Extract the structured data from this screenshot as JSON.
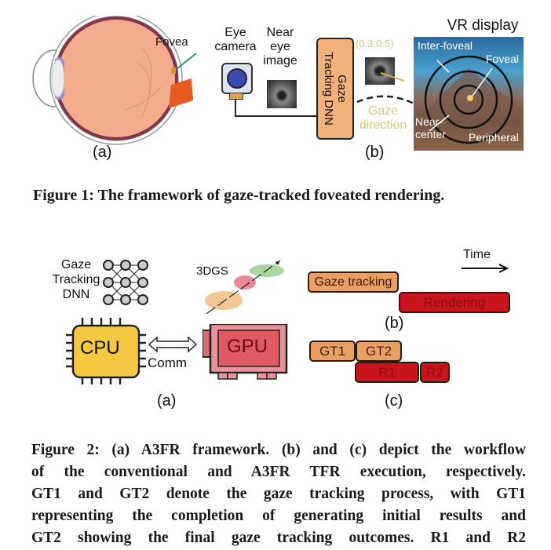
{
  "figure1": {
    "panel_a": {
      "label": "(a)",
      "fovea_label": "Fovea"
    },
    "panel_b": {
      "label": "(b)",
      "eye_camera_label": [
        "Eye",
        "camera"
      ],
      "near_eye_image_label": [
        "Near",
        "eye",
        "image"
      ],
      "dnn_label": [
        "Gaze",
        "Tracking DNN"
      ],
      "coordinate": "(0.3,0.5)",
      "gaze_direction_label": [
        "Gaze",
        "direction"
      ],
      "vr_display_title": "VR display",
      "regions": {
        "inter_foveal": "Inter-foveal",
        "foveal": "Foveal",
        "near_center": [
          "Near-",
          "center"
        ],
        "peripheral": "Peripheral"
      }
    },
    "caption": "Figure 1: The framework of gaze-tracked foveated rendering."
  },
  "figure2": {
    "panel_a": {
      "label": "(a)",
      "dnn_label": [
        "Gaze",
        "Tracking",
        "DNN"
      ],
      "gs_label": "3DGS",
      "cpu_label": "CPU",
      "gpu_label": "GPU",
      "comm_label": "Comm"
    },
    "panel_b": {
      "label": "(b)",
      "time_label": "Time",
      "gaze_tracking": "Gaze tracking",
      "rendering": "Rendering"
    },
    "panel_c": {
      "label": "(c)",
      "gt1": "GT1",
      "gt2": "GT2",
      "r1": "R1",
      "r2": "R2"
    },
    "caption_lines": [
      "Figure 2: (a) A3FR framework. (b) and (c) depict the workflow",
      "of the conventional and A3FR TFR execution, respectively.",
      "GT1 and GT2 denote the gaze tracking process, with GT1",
      "representing the completion of generating initial results and",
      "GT2 showing the final gaze tracking outcomes. R1 and R2"
    ]
  },
  "colors": {
    "gaze_tracking": "#e9a064",
    "rendering": "#c8141a",
    "cpu": "#f5c842",
    "gpu": "#e06a70",
    "gaze_text": "#d8c878"
  }
}
